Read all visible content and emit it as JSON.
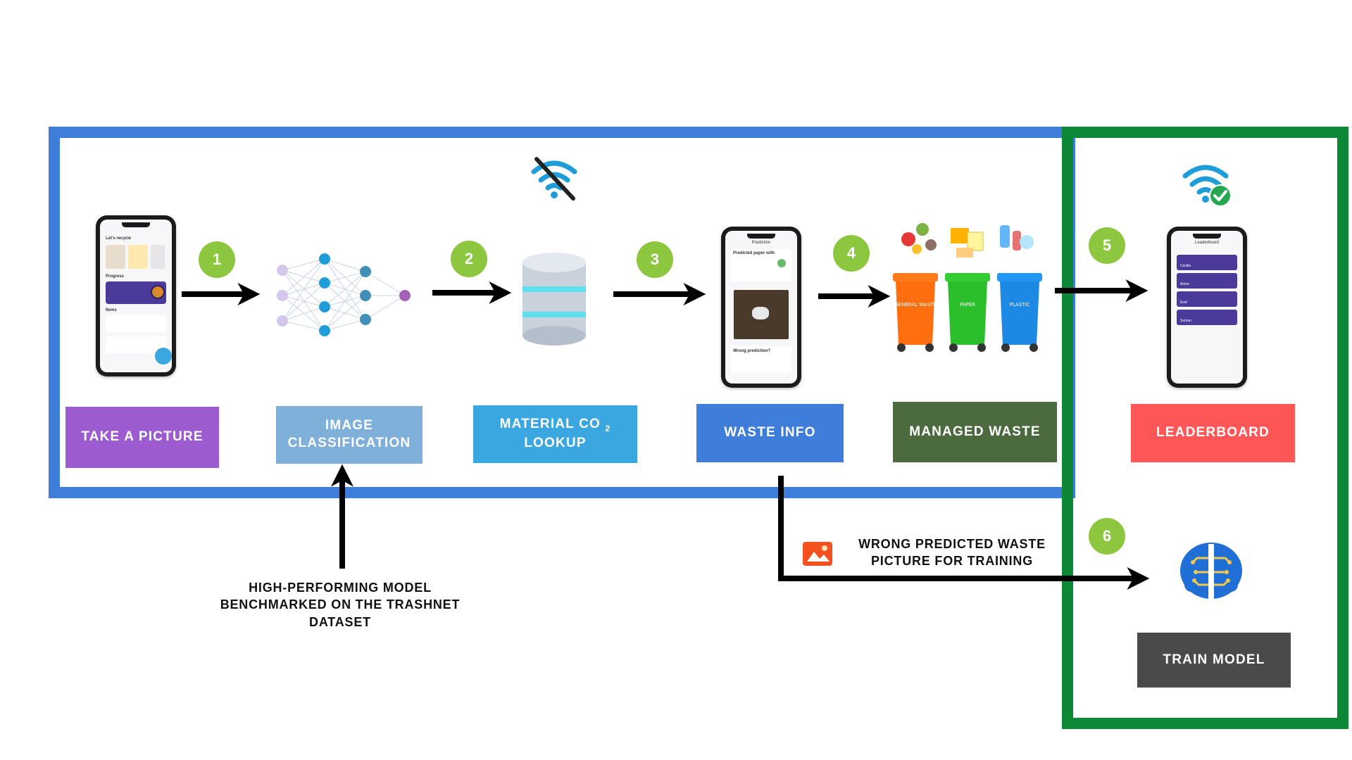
{
  "steps": {
    "take_picture": "TAKE A PICTURE",
    "image_classification": "IMAGE\nCLASSIFICATION",
    "material_lookup_pre": "MATERIAL CO",
    "material_lookup_sub": "2",
    "material_lookup_post": "LOOKUP",
    "waste_info": "WASTE   INFO",
    "managed_waste": "MANAGED  WASTE",
    "leaderboard": "LEADERBOARD",
    "train_model": "TRAIN MODEL"
  },
  "badges": [
    "1",
    "2",
    "3",
    "4",
    "5",
    "6"
  ],
  "captions": {
    "model": "HIGH-PERFORMING MODEL\nBENCHMARKED ON THE TRASHNET\nDATASET",
    "feedback": "WRONG PREDICTED WASTE\nPICTURE FOR TRAINING"
  },
  "phone_screens": {
    "home_title": "Let's recycle",
    "home_progress": "Progress",
    "home_items": "Items",
    "prediction_title": "Prediction",
    "prediction_heading": "Predicted paper with",
    "prediction_wrong": "Wrong prediction?",
    "leaderboard_title": "Leaderboard",
    "leaderboard_names": [
      "Cecilia",
      "Anton",
      "Emil",
      "Suman"
    ]
  },
  "bins": [
    "GENERAL\nWASTE",
    "PAPER",
    "PLASTIC"
  ],
  "icons": {
    "offline": "wifi-off-icon",
    "online": "wifi-check-icon",
    "database": "database-icon",
    "network": "neural-network-icon",
    "image": "image-icon",
    "brain": "brain-circuit-icon"
  },
  "colors": {
    "scope_blue": "#3f7ddb",
    "scope_green": "#0b8735",
    "badge_green": "#8dc63f",
    "take_picture": "#9c5ccf",
    "image_classification": "#7fb0d9",
    "material_lookup": "#3aa7e0",
    "waste_info": "#3f7ddb",
    "managed_waste": "#4b6b3f",
    "leaderboard": "#ff5757",
    "train_model": "#4a4a4a"
  }
}
